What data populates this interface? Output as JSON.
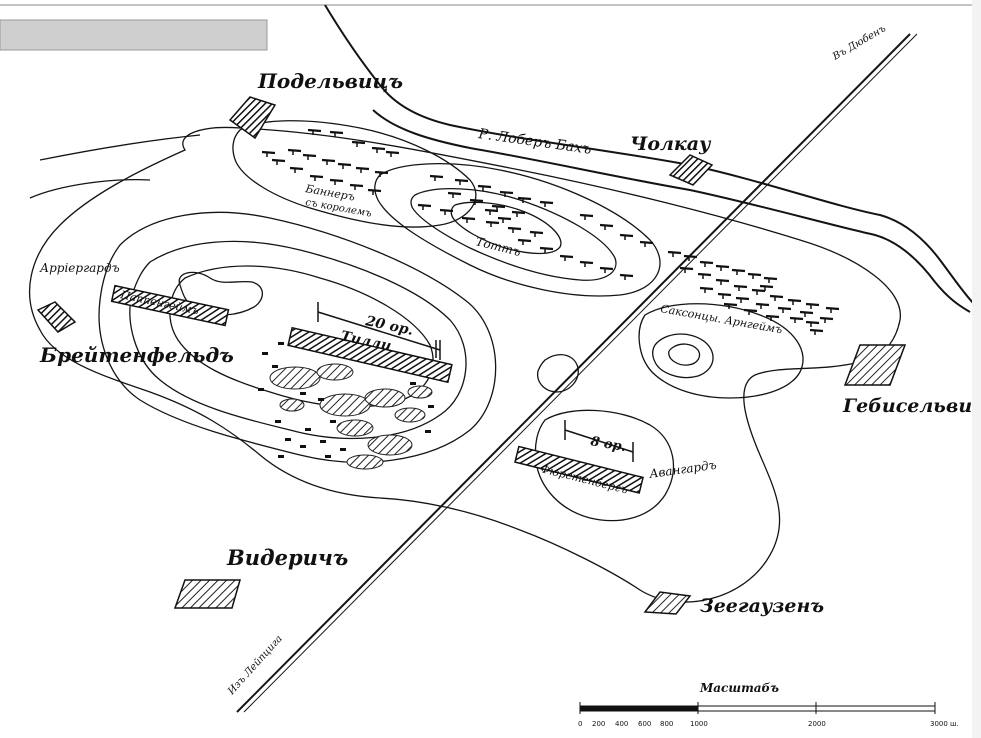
{
  "map": {
    "header_bar_label": "",
    "places": {
      "podelwitz": "Подельвицъ",
      "zolkau": "Чолкау",
      "breitenfeld": "Брейтенфельдъ",
      "gebichelwitz": "Гебисельвицъ",
      "wiederitzsch": "Видеричъ",
      "seehausen": "Зеегаузенъ"
    },
    "labels": {
      "river": "Р. Лоберъ Бахъ",
      "to_dueben": "Въ Дюбенъ",
      "to_leipzig": "Изъ Лейпцига",
      "arrierguard": "Арріергардъ",
      "pappenheim": "Паппенгеймъ",
      "tilly_guns": "20 ор.",
      "tilly": "Тилли",
      "banner": "Баннеръ",
      "king": "съ королемъ",
      "tott": "Тоттъ",
      "saxon": "Саксонцы. Арнгеймъ",
      "avantgarde": "Авангардъ",
      "fuerstenberg_guns": "8 ор.",
      "fuerstenberg": "Фюрстенбергъ"
    },
    "scale": {
      "title": "Масштабъ",
      "ticks": [
        "0",
        "200",
        "400",
        "600",
        "800",
        "1000",
        "2000",
        "3000 ш."
      ]
    }
  }
}
